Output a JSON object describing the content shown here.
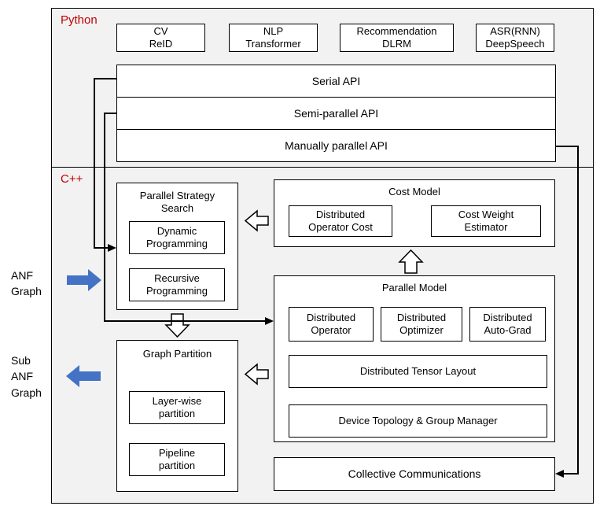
{
  "labels": {
    "python": "Python",
    "cpp": "C++",
    "anf_graph": "ANF\nGraph",
    "sub_anf_graph": "Sub\nANF\nGraph"
  },
  "apps": [
    {
      "line1": "CV",
      "line2": "ReID"
    },
    {
      "line1": "NLP",
      "line2": "Transformer"
    },
    {
      "line1": "Recommendation",
      "line2": "DLRM"
    },
    {
      "line1": "ASR(RNN)",
      "line2": "DeepSpeech"
    }
  ],
  "apis": [
    {
      "label": "Serial API"
    },
    {
      "label": "Semi-parallel API"
    },
    {
      "label": "Manually parallel API"
    }
  ],
  "strategy_search": {
    "title": "Parallel Strategy\nSearch",
    "items": [
      {
        "label": "Dynamic\nProgramming"
      },
      {
        "label": "Recursive\nProgramming"
      }
    ]
  },
  "cost_model": {
    "title": "Cost Model",
    "items": [
      {
        "label": "Distributed\nOperator Cost"
      },
      {
        "label": "Cost Weight\nEstimator"
      }
    ]
  },
  "parallel_model": {
    "title": "Parallel Model",
    "items": [
      {
        "label": "Distributed\nOperator"
      },
      {
        "label": "Distributed\nOptimizer"
      },
      {
        "label": "Distributed\nAuto-Grad"
      }
    ],
    "tensor_layout": "Distributed Tensor Layout",
    "device_topology": "Device Topology & Group Manager"
  },
  "graph_partition": {
    "title": "Graph Partition",
    "items": [
      {
        "label": "Layer-wise\npartition"
      },
      {
        "label": "Pipeline\npartition"
      }
    ]
  },
  "collective_communications": "Collective Communications",
  "colors": {
    "section_background": "#f2f2f2",
    "red_label": "#c00000",
    "blue_arrow": "#4472c4"
  }
}
